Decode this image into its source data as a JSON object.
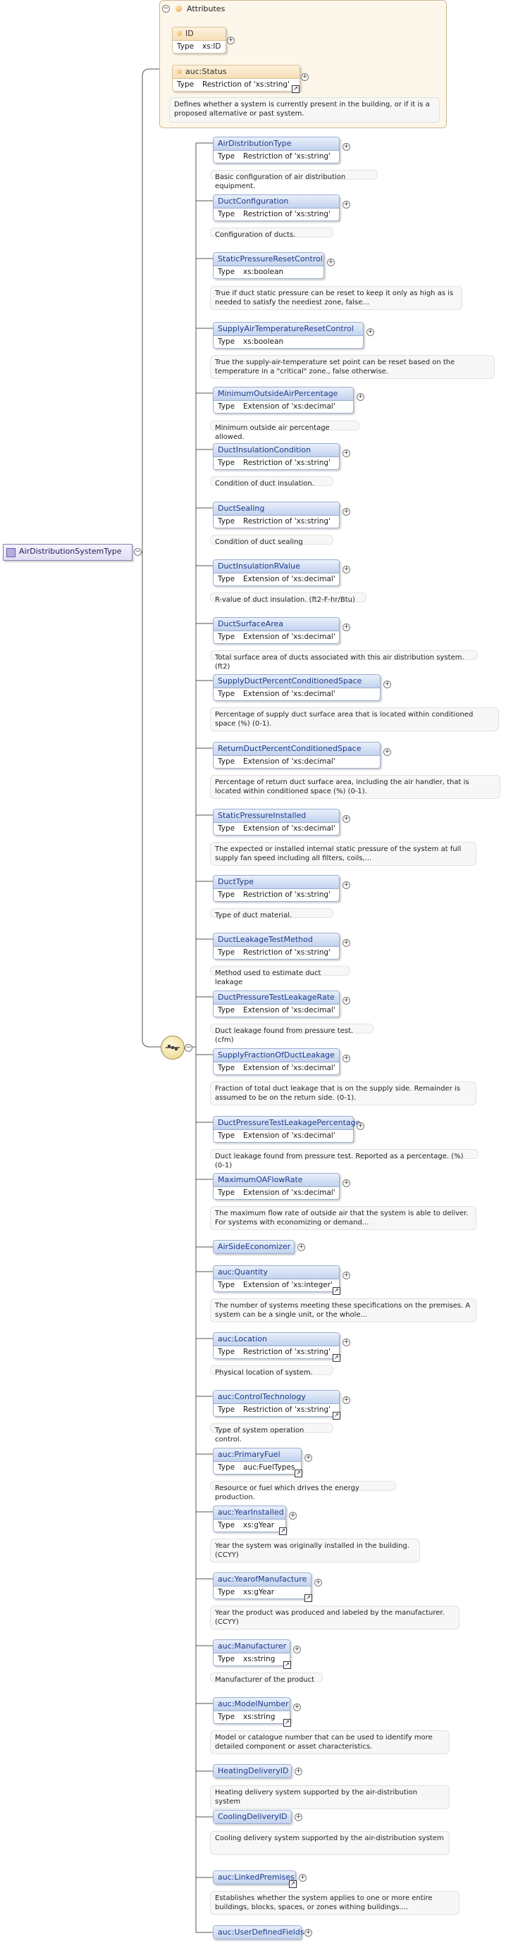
{
  "root": {
    "name": "AirDistributionSystemType"
  },
  "attributes": {
    "title": "Attributes",
    "items": [
      {
        "name": "ID",
        "type_label": "Type",
        "type": "xs:ID"
      },
      {
        "name": "auc:Status",
        "type_label": "Type",
        "type": "Restriction of 'xs:string'",
        "doc": "Defines whether a system is currently present in the building, or if it is a proposed alternative or past system."
      }
    ]
  },
  "elements": [
    {
      "name": "AirDistributionType",
      "type_label": "Type",
      "type": "Restriction of 'xs:string'",
      "doc": "Basic configuration of air distribution equipment."
    },
    {
      "name": "DuctConfiguration",
      "type_label": "Type",
      "type": "Restriction of 'xs:string'",
      "doc": "Configuration of ducts."
    },
    {
      "name": "StaticPressureResetControl",
      "type_label": "Type",
      "type": "xs:boolean",
      "doc": "True if duct static pressure can be reset to keep it only as high as is needed to satisfy the neediest zone, false..."
    },
    {
      "name": "SupplyAirTemperatureResetControl",
      "type_label": "Type",
      "type": "xs:boolean",
      "doc": "True the supply-air-temperature set point can be reset based on the temperature in a \"critical\" zone., false otherwise."
    },
    {
      "name": "MinimumOutsideAirPercentage",
      "type_label": "Type",
      "type": "Extension of 'xs:decimal'",
      "doc": "Minimum outside air percentage allowed."
    },
    {
      "name": "DuctInsulationCondition",
      "type_label": "Type",
      "type": "Restriction of 'xs:string'",
      "doc": "Condition of duct insulation."
    },
    {
      "name": "DuctSealing",
      "type_label": "Type",
      "type": "Restriction of 'xs:string'",
      "doc": "Condition of duct sealing"
    },
    {
      "name": "DuctInsulationRValue",
      "type_label": "Type",
      "type": "Extension of 'xs:decimal'",
      "doc": "R-value of duct insulation. (ft2-F-hr/Btu)"
    },
    {
      "name": "DuctSurfaceArea",
      "type_label": "Type",
      "type": "Extension of 'xs:decimal'",
      "doc": "Total surface area of ducts associated with this air distribution system. (ft2)"
    },
    {
      "name": "SupplyDuctPercentConditionedSpace",
      "type_label": "Type",
      "type": "Extension of 'xs:decimal'",
      "doc": "Percentage of supply duct surface area that is located within conditioned space (%) (0-1)."
    },
    {
      "name": "ReturnDuctPercentConditionedSpace",
      "type_label": "Type",
      "type": "Extension of 'xs:decimal'",
      "doc": "Percentage of return duct surface area, including the air handler, that is located within conditioned space (%) (0-1)."
    },
    {
      "name": "StaticPressureInstalled",
      "type_label": "Type",
      "type": "Extension of 'xs:decimal'",
      "doc": "The expected or installed internal static pressure of the system at full supply fan speed including all filters, coils,..."
    },
    {
      "name": "DuctType",
      "type_label": "Type",
      "type": "Restriction of 'xs:string'",
      "doc": "Type of duct material."
    },
    {
      "name": "DuctLeakageTestMethod",
      "type_label": "Type",
      "type": "Restriction of 'xs:string'",
      "doc": "Method used to estimate duct leakage"
    },
    {
      "name": "DuctPressureTestLeakageRate",
      "type_label": "Type",
      "type": "Extension of 'xs:decimal'",
      "doc": "Duct leakage found from pressure test. (cfm)"
    },
    {
      "name": "SupplyFractionOfDuctLeakage",
      "type_label": "Type",
      "type": "Extension of 'xs:decimal'",
      "doc": "Fraction of total duct leakage that is on the supply side. Remainder is assumed to be on the return side. (0-1)."
    },
    {
      "name": "DuctPressureTestLeakagePercentage",
      "type_label": "Type",
      "type": "Extension of 'xs:decimal'",
      "doc": "Duct leakage found from pressure test. Reported as a percentage. (%) (0-1)"
    },
    {
      "name": "MaximumOAFlowRate",
      "type_label": "Type",
      "type": "Extension of 'xs:decimal'",
      "doc": "The maximum flow rate of outside air that the system is able to deliver. For systems with economizing or demand..."
    },
    {
      "name": "AirSideEconomizer"
    },
    {
      "name": "auc:Quantity",
      "type_label": "Type",
      "type": "Extension of 'xs:integer'",
      "doc": "The number of systems meeting these specifications on the premises. A system can be a single unit, or the whole..."
    },
    {
      "name": "auc:Location",
      "type_label": "Type",
      "type": "Restriction of 'xs:string'",
      "doc": "Physical location of system."
    },
    {
      "name": "auc:ControlTechnology",
      "type_label": "Type",
      "type": "Restriction of 'xs:string'",
      "doc": "Type of system operation control."
    },
    {
      "name": "auc:PrimaryFuel",
      "type_label": "Type",
      "type": "auc:FuelTypes",
      "doc": "Resource or fuel which drives the energy production."
    },
    {
      "name": "auc:YearInstalled",
      "type_label": "Type",
      "type": "xs:gYear",
      "doc": "Year the system was originally installed in the building. (CCYY)"
    },
    {
      "name": "auc:YearofManufacture",
      "type_label": "Type",
      "type": "xs:gYear",
      "doc": "Year the product was produced and labeled by the manufacturer. (CCYY)"
    },
    {
      "name": "auc:Manufacturer",
      "type_label": "Type",
      "type": "xs:string",
      "doc": "Manufacturer of the product"
    },
    {
      "name": "auc:ModelNumber",
      "type_label": "Type",
      "type": "xs:string",
      "doc": "Model or catalogue number that can be used to identify more detailed component or asset characteristics."
    },
    {
      "name": "HeatingDeliveryID",
      "doc": "Heating delivery system supported by the air-distribution system"
    },
    {
      "name": "CoolingDeliveryID",
      "doc": "Cooling delivery system supported by the air-distribution system"
    },
    {
      "name": "auc:LinkedPremises",
      "doc": "Establishes whether the system applies to one or more entire buildings, blocks, spaces, or zones withing buildings...."
    },
    {
      "name": "auc:UserDefinedFields"
    }
  ]
}
